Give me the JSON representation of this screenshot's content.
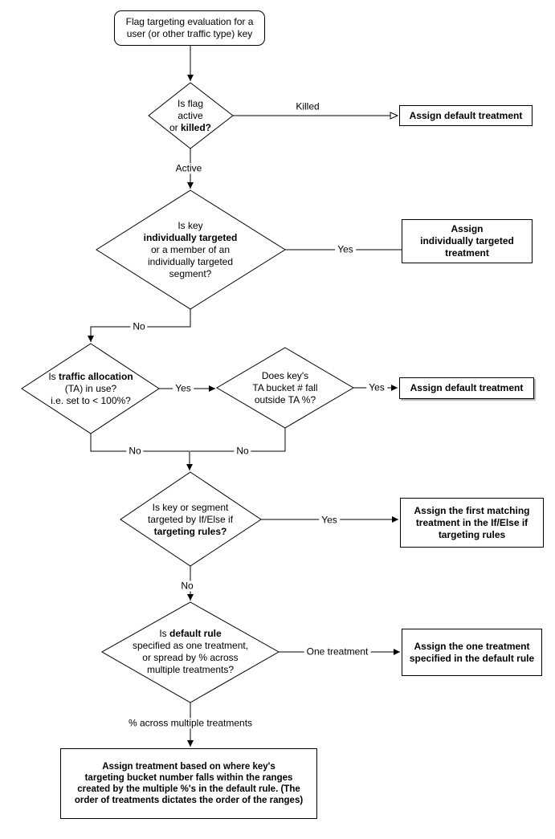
{
  "nodes": {
    "start": {
      "text": "Flag targeting evaluation for a\nuser (or other traffic type) key"
    },
    "d_flag_status": {
      "t1": "Is flag\nactive\nor ",
      "b1": "killed?"
    },
    "d_individual_target": {
      "t1": "Is key\n",
      "b1": "individually targeted",
      "t2": "\nor a member of an\nindividually targeted\nsegment?"
    },
    "d_traffic_allocation": {
      "t1": "Is ",
      "b1": "traffic allocation",
      "t2": "\n(TA) in use?\ni.e. set to < 100%?"
    },
    "d_ta_bucket": {
      "t1": "Does key's\nTA bucket # fall\noutside TA %?"
    },
    "d_targeting_rules": {
      "t1": "Is key or segment\ntargeted by If/Else if\n",
      "b1": "targeting rules?"
    },
    "d_default_rule": {
      "t1": "Is ",
      "b1": "default rule",
      "t2": "\nspecified as one treatment,\nor spread by % across\nmultiple treatments?"
    },
    "box_default_1": {
      "text": "Assign default treatment"
    },
    "box_individual": {
      "text": "Assign\nindividually targeted\ntreatment"
    },
    "box_default_2": {
      "text": "Assign default treatment"
    },
    "box_first_matching": {
      "text": "Assign the first matching\ntreatment in the If/Else if\ntargeting rules"
    },
    "box_one_treatment": {
      "text": "Assign the one treatment\nspecified in the default rule"
    },
    "box_ranges": {
      "text": "Assign treatment based on where key's\ntargeting bucket number falls within the ranges\ncreated by the multiple %'s in the default rule. (The\norder of treatments dictates the order of the ranges)"
    }
  },
  "edge_labels": {
    "killed": "Killed",
    "active": "Active",
    "yes_individual": "Yes",
    "no_individual": "No",
    "yes_ta": "Yes",
    "yes_bucket": "Yes",
    "no_ta": "No",
    "no_bucket": "No",
    "yes_rules": "Yes",
    "no_rules": "No",
    "one_treatment": "One treatment",
    "pct_across": "% across multiple treatments"
  },
  "colors": {
    "stroke": "#000000",
    "background": "#ffffff",
    "shadow": "#b0b0b0"
  }
}
